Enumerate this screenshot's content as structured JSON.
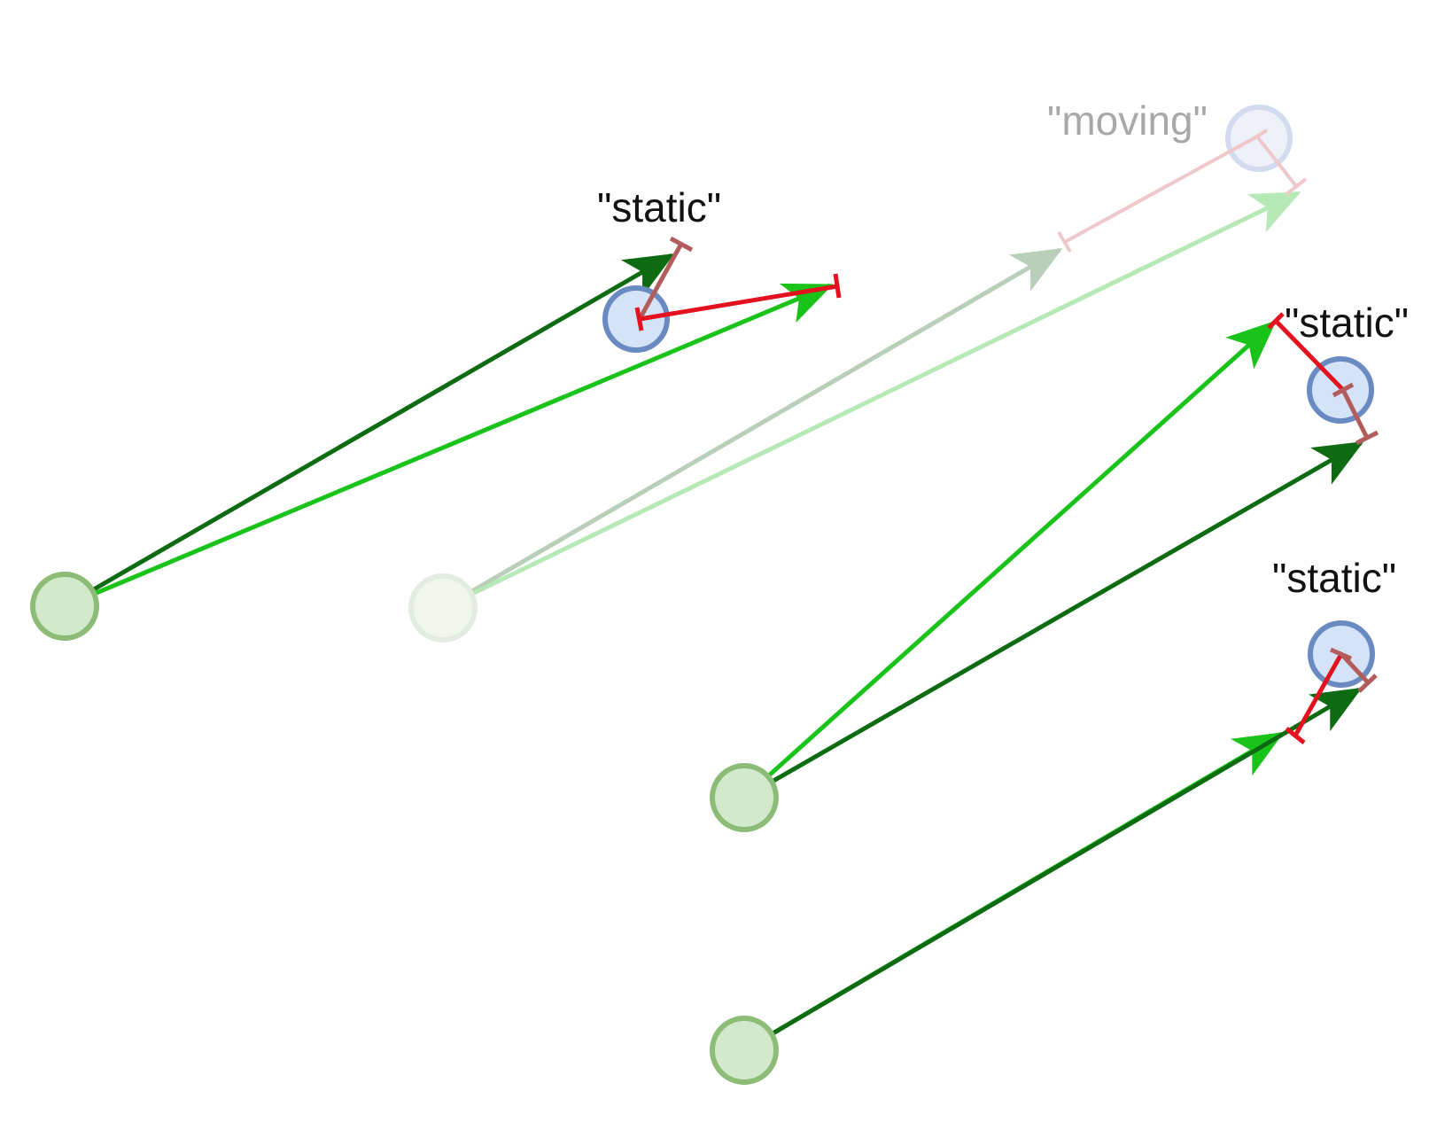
{
  "labels": {
    "static_top": "\"static\"",
    "moving": "\"moving\"",
    "static_right": "\"static\"",
    "static_bottom": "\"static\""
  },
  "colors": {
    "dark_green": "#0d6b12",
    "light_green": "#19c319",
    "red": "#e3121e",
    "brown": "#b35c5c",
    "node_green_fill": "#d3e9cc",
    "node_green_stroke": "#8cbc76",
    "node_blue_fill": "#d4e3f8",
    "node_blue_stroke": "#6a8ac2",
    "label_text": "#111111",
    "ghost_text": "#a8a8a8"
  }
}
